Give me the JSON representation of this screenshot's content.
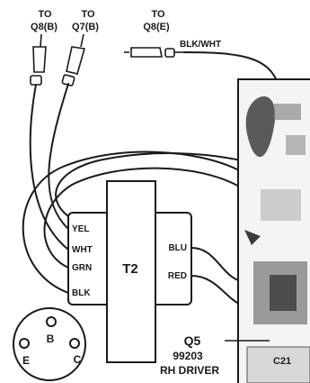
{
  "wire_targets": [
    {
      "line1": "TO",
      "line2": "Q8(B)"
    },
    {
      "line1": "TO",
      "line2": "Q7(B)"
    },
    {
      "line1": "TO",
      "line2": "Q8(E)"
    }
  ],
  "wire_label_top": "BLK/WHT",
  "transformer": {
    "name": "T2",
    "left_leads": [
      "YEL",
      "WHT",
      "GRN",
      "BLK"
    ],
    "right_leads": [
      "BLU",
      "RED"
    ]
  },
  "transistor_pins": [
    "B",
    "E",
    "C"
  ],
  "part_callout": {
    "ref": "Q5",
    "number": "99203",
    "description": "RH DRIVER"
  },
  "board_labels": [
    "C21"
  ]
}
